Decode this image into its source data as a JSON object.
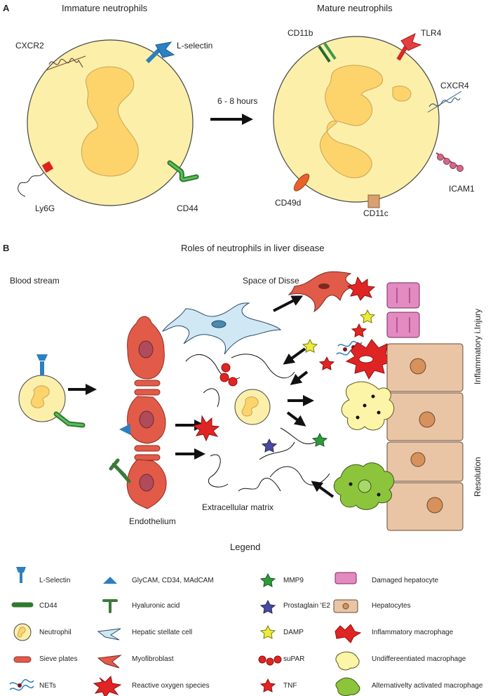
{
  "panel_a": {
    "letter": "A",
    "immature_title": "Immature neutrophils",
    "mature_title": "Mature neutrophils",
    "arrow_label": "6 - 8 hours",
    "immature_labels": {
      "cxcr2": "CXCR2",
      "lselectin": "L-selectin",
      "ly6g": "Ly6G",
      "cd44": "CD44"
    },
    "mature_labels": {
      "cd11b": "CD11b",
      "tlr4": "TLR4",
      "cxcr4": "CXCR4",
      "icam1": "ICAM1",
      "cd49d": "CD49d",
      "cd11c": "CD11c"
    }
  },
  "panel_b": {
    "letter": "B",
    "title": "Roles of neutrophils in liver disease",
    "blood_stream": "Blood stream",
    "space_of_disse": "Space of Disse",
    "endothelium": "Endothelium",
    "ecm": "Extracellular matrix",
    "inflammatory": "Inflammatory i.Injury",
    "resolution": "Resolution"
  },
  "legend": {
    "title": "Legend",
    "items": [
      "L-Selectin",
      "GlyCAM, CD34, MAdCAM",
      "MMP9",
      "Damaged hepatocyte",
      "CD44",
      "Hyaluronic acid",
      "Prostaglain 'E2",
      "Hepatocytes",
      "Neutrophil",
      "Hepatic stellate cell",
      "DAMP",
      "Inflammatory macrophage",
      "Sieve plates",
      "Myofibroblast",
      "suPAR",
      "Undiffereentiated macrophage",
      "NETs",
      "Reactive oxygen species",
      "TNF",
      "Alternativelty activated macrophage"
    ]
  },
  "colors": {
    "cell_yellow": "#fcefa9",
    "nucleus": "#fdd36b",
    "red": "#e8463a",
    "endothelium": "#e25b48",
    "stellate": "#cfe8f3",
    "green": "#3e9b3e",
    "blue": "#2c7fc0",
    "hepatocyte": "#e9c5a6",
    "damaged": "#e38ac1",
    "mac_green": "#8cc43c"
  }
}
